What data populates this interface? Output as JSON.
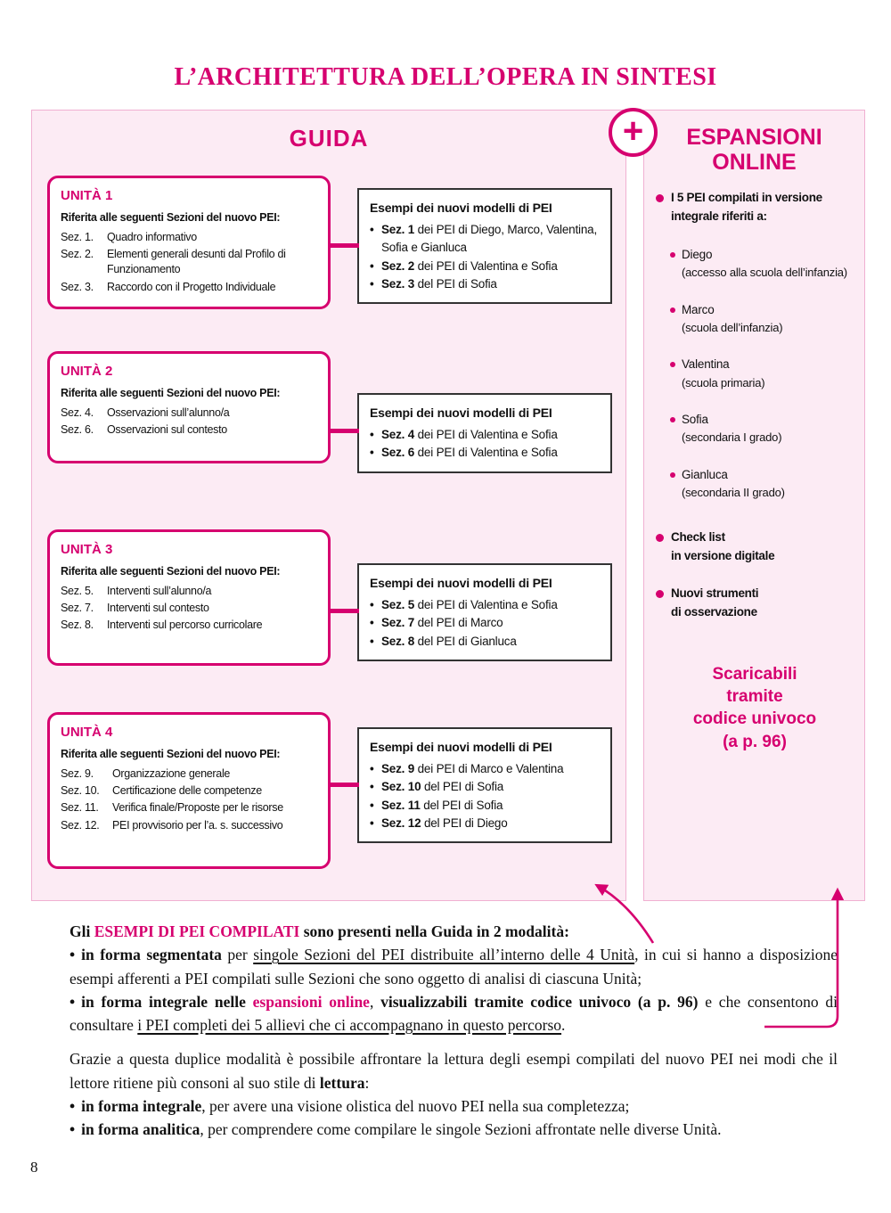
{
  "page": {
    "title": "L’ARCHITETTURA DELL’OPERA IN SINTESI",
    "page_number": "8"
  },
  "glyphs": {
    "bullet": "•",
    "plus": "+"
  },
  "colors": {
    "accent": "#d6006f",
    "panel_bg": "#fcebf4",
    "panel_border": "#f0b0d2",
    "box_border": "#333333",
    "ink": "#111111"
  },
  "guida": {
    "header": "GUIDA",
    "units": [
      {
        "title": "UNITÀ 1",
        "intro": "Riferita alle seguenti Sezioni del nuovo PEI:",
        "items": [
          {
            "num": "Sez. 1.",
            "text": "Quadro informativo"
          },
          {
            "num": "Sez. 2.",
            "text": "Elementi generali desunti dal Profilo di Funzionamento"
          },
          {
            "num": "Sez. 3.",
            "text": "Raccordo con il Progetto Individuale"
          }
        ],
        "esempi": {
          "header": "Esempi dei nuovi modelli di PEI",
          "items": [
            {
              "sez": "Sez. 1",
              "rest": " dei PEI di Diego, Marco, Valentina, Sofia e Gianluca"
            },
            {
              "sez": "Sez. 2",
              "rest": " dei PEI di Valentina e Sofia"
            },
            {
              "sez": "Sez. 3",
              "rest": " del PEI di Sofia"
            }
          ]
        }
      },
      {
        "title": "UNITÀ 2",
        "intro": "Riferita alle seguenti Sezioni del nuovo PEI:",
        "items": [
          {
            "num": "Sez. 4.",
            "text": "Osservazioni sull’alunno/a"
          },
          {
            "num": "Sez. 6.",
            "text": "Osservazioni sul contesto"
          }
        ],
        "esempi": {
          "header": "Esempi dei nuovi modelli di PEI",
          "items": [
            {
              "sez": "Sez. 4",
              "rest": " dei PEI di Valentina e Sofia"
            },
            {
              "sez": "Sez. 6",
              "rest": " dei PEI di Valentina e Sofia"
            }
          ]
        }
      },
      {
        "title": "UNITÀ 3",
        "intro": "Riferita alle seguenti Sezioni del nuovo PEI:",
        "items": [
          {
            "num": "Sez. 5.",
            "text": "Interventi sull’alunno/a"
          },
          {
            "num": "Sez. 7.",
            "text": "Interventi sul contesto"
          },
          {
            "num": "Sez. 8.",
            "text": "Interventi sul percorso curricolare"
          }
        ],
        "esempi": {
          "header": "Esempi dei nuovi modelli di PEI",
          "items": [
            {
              "sez": "Sez. 5",
              "rest": " dei PEI di Valentina e Sofia"
            },
            {
              "sez": "Sez. 7",
              "rest": " del PEI di Marco"
            },
            {
              "sez": "Sez. 8",
              "rest": " del PEI di Gianluca"
            }
          ]
        }
      },
      {
        "title": "UNITÀ 4",
        "intro": "Riferita alle seguenti Sezioni del nuovo PEI:",
        "items": [
          {
            "num": "Sez. 9.",
            "text": "Organizzazione generale"
          },
          {
            "num": "Sez. 10.",
            "text": "Certificazione delle competenze"
          },
          {
            "num": "Sez. 11.",
            "text": "Verifica finale/Proposte per le risorse"
          },
          {
            "num": "Sez. 12.",
            "text": "PEI provvisorio per l’a. s. successivo"
          }
        ],
        "esempi": {
          "header": "Esempi dei nuovi modelli di PEI",
          "items": [
            {
              "sez": "Sez. 9",
              "rest": " dei PEI di Marco e Valentina"
            },
            {
              "sez": "Sez. 10",
              "rest": " del PEI di Sofia"
            },
            {
              "sez": "Sez. 11",
              "rest": " del PEI di Sofia"
            },
            {
              "sez": "Sez. 12",
              "rest": " del PEI di Diego"
            }
          ]
        }
      }
    ]
  },
  "espansioni": {
    "header_lines": [
      "ESPANSIONI",
      "ONLINE"
    ],
    "intro_lines": [
      "I 5 PEI compilati in versione",
      "integrale riferiti a:"
    ],
    "students": [
      {
        "name": "Diego",
        "detail": "(accesso alla scuola dell’infanzia)"
      },
      {
        "name": "Marco",
        "detail": "(scuola dell’infanzia)"
      },
      {
        "name": "Valentina",
        "detail": "(scuola primaria)"
      },
      {
        "name": "Sofia",
        "detail": "(secondaria I grado)"
      },
      {
        "name": "Gianluca",
        "detail": "(secondaria II grado)"
      }
    ],
    "check_lines": [
      "Check list",
      "in versione digitale"
    ],
    "tools_lines": [
      "Nuovi strumenti",
      "di osservazione"
    ],
    "footer_lines": [
      "Scaricabili",
      "tramite",
      "codice univoco",
      "(a p. 96)"
    ]
  },
  "body": {
    "p1": {
      "lead_b1": "Gli ",
      "lead_accent": "ESEMPI DI PEI COMPILATI",
      "lead_b2": " sono presenti nella Guida in 2 modalità:",
      "b1_bold": "in forma segmentata",
      "b1_mid": " per ",
      "b1_underline": "singole Sezioni del PEI distribuite all’interno delle 4 Unità",
      "b1_rest": ", in cui si hanno a disposizione esempi afferenti a PEI compilati sulle Sezioni che sono oggetto di analisi di ciascuna Unità;",
      "b2_bold1": "in forma integrale nelle ",
      "b2_accent": "espansioni online",
      "b2_mid1": ", ",
      "b2_bold2": "visualizzabili tramite codice univoco (a p. 96)",
      "b2_mid2": " e che consentono di consultare ",
      "b2_underline": "i PEI completi dei 5 allievi che ci accompagnano in questo percorso",
      "b2_end": "."
    },
    "p2": {
      "r1": "Grazie a questa duplice modalità è possibile affrontare la lettura degli esempi compilati del nuovo PEI nei modi che il lettore ritiene più consoni al suo stile di ",
      "bold": "lettura",
      "r2": ":",
      "b1_bold": "in forma integrale",
      "b1_rest": ", per avere una visione olistica del nuovo PEI nella sua completezza;",
      "b2_bold": "in forma analitica",
      "b2_rest": ", per comprendere come compilare le singole Sezioni affrontate nelle diverse Unità."
    }
  }
}
